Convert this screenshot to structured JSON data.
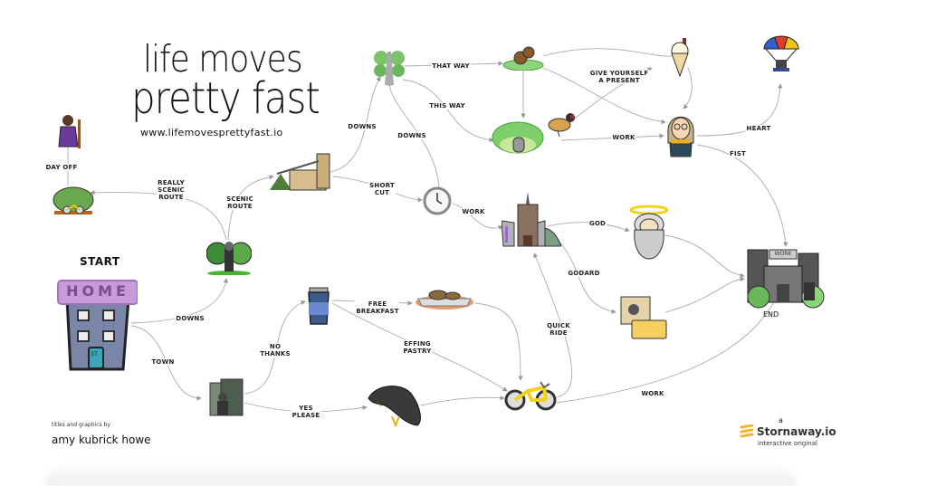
{
  "title": {
    "line1": "life moves",
    "line2": "pretty fast",
    "url": "www.lifemovesprettyfast.io"
  },
  "markers": {
    "start": "START",
    "end": "END",
    "home_sign": "HOME",
    "door_number": "37",
    "work_sign": "WORK"
  },
  "credits": {
    "line1": "titles and graphics by",
    "line2": "amy kubrick howe"
  },
  "brand": {
    "prefix": "a",
    "name": "Stornaway.io",
    "tagline": "interactive original",
    "color": "#f2b632"
  },
  "nodes": [
    {
      "id": "home",
      "label": "Home",
      "icon": "house-icon"
    },
    {
      "id": "park-man",
      "label": "Man in trees",
      "icon": "trees-man-icon"
    },
    {
      "id": "bushes-bike",
      "label": "Bushes with bike",
      "icon": "bush-bike-icon"
    },
    {
      "id": "wizard",
      "label": "Wizard",
      "icon": "wizard-icon"
    },
    {
      "id": "bridge",
      "label": "Suspension bridge",
      "icon": "bridge-icon"
    },
    {
      "id": "tree-road",
      "label": "Tree-lined road",
      "icon": "road-icon"
    },
    {
      "id": "squirrel",
      "label": "Squirrel",
      "icon": "squirrel-icon"
    },
    {
      "id": "grave",
      "label": "Grave in bushes",
      "icon": "grave-icon"
    },
    {
      "id": "bird",
      "label": "Goldfinch",
      "icon": "bird-icon"
    },
    {
      "id": "icecream",
      "label": "Ice cream",
      "icon": "icecream-icon"
    },
    {
      "id": "parachute",
      "label": "Parachute",
      "icon": "parachute-icon"
    },
    {
      "id": "woman",
      "label": "Woman with glasses",
      "icon": "woman-icon"
    },
    {
      "id": "clock",
      "label": "Clock",
      "icon": "clock-icon"
    },
    {
      "id": "church",
      "label": "Cathedral",
      "icon": "church-icon"
    },
    {
      "id": "god",
      "label": "God",
      "icon": "god-icon"
    },
    {
      "id": "cinema",
      "label": "Cinema ticket",
      "icon": "cinema-ticket-icon"
    },
    {
      "id": "work",
      "label": "Work building",
      "icon": "office-icon"
    },
    {
      "id": "city",
      "label": "City man",
      "icon": "city-icon"
    },
    {
      "id": "coffee",
      "label": "Coffee cup",
      "icon": "coffee-icon"
    },
    {
      "id": "breakfast",
      "label": "Breakfast plate",
      "icon": "breakfast-icon"
    },
    {
      "id": "crow",
      "label": "Crow",
      "icon": "crow-icon"
    },
    {
      "id": "bike",
      "label": "Bicycle",
      "icon": "bicycle-icon"
    }
  ],
  "edges": [
    {
      "from": "home",
      "to": "park-man",
      "label": "DOWNS"
    },
    {
      "from": "home",
      "to": "city",
      "label": "TOWN"
    },
    {
      "from": "park-man",
      "to": "bushes-bike",
      "label": "REALLY\nSCENIC\nROUTE"
    },
    {
      "from": "bushes-bike",
      "to": "wizard",
      "label": "DAY OFF"
    },
    {
      "from": "park-man",
      "to": "bridge",
      "label": "SCENIC\nROUTE"
    },
    {
      "from": "bridge",
      "to": "tree-road",
      "label": "DOWNS"
    },
    {
      "from": "bridge",
      "to": "clock",
      "label": "SHORT\nCUT"
    },
    {
      "from": "clock",
      "to": "tree-road",
      "label": "DOWNS"
    },
    {
      "from": "tree-road",
      "to": "squirrel",
      "label": "THAT WAY"
    },
    {
      "from": "tree-road",
      "to": "grave",
      "label": "THIS WAY"
    },
    {
      "from": "bird",
      "to": "icecream",
      "label": "GIVE YOURSELF\nA PRESENT"
    },
    {
      "from": "grave",
      "to": "woman",
      "label": "WORK"
    },
    {
      "from": "woman",
      "to": "parachute",
      "label": "HEART"
    },
    {
      "from": "woman",
      "to": "work",
      "label": "FIST"
    },
    {
      "from": "clock",
      "to": "church",
      "label": "WORK"
    },
    {
      "from": "church",
      "to": "god",
      "label": "GOD"
    },
    {
      "from": "church",
      "to": "cinema",
      "label": "GODARD"
    },
    {
      "from": "bike",
      "to": "church",
      "label": "QUICK\nRIDE"
    },
    {
      "from": "city",
      "to": "coffee",
      "label": "NO\nTHANKS"
    },
    {
      "from": "city",
      "to": "crow",
      "label": "YES\nPLEASE"
    },
    {
      "from": "coffee",
      "to": "breakfast",
      "label": "FREE\nBREAKFAST"
    },
    {
      "from": "coffee",
      "to": "bike",
      "label": "EFFING\nPASTRY"
    },
    {
      "from": "bike",
      "to": "work",
      "label": "WORK"
    }
  ]
}
